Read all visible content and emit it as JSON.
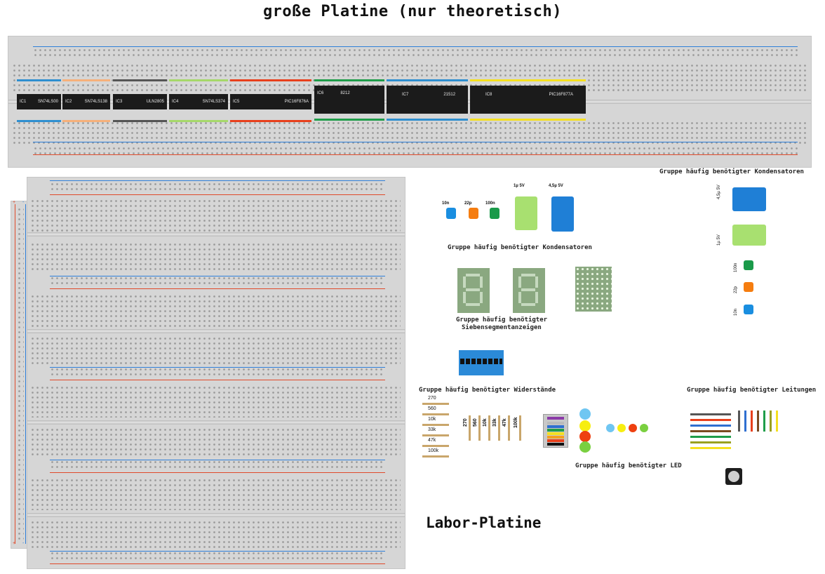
{
  "titles": {
    "main": "große Platine (nur theoretisch)",
    "labor": "Labor-Platine"
  },
  "chips": [
    {
      "ref": "IC1",
      "part": "SN74LS00",
      "strip": "#2f8fd0"
    },
    {
      "ref": "IC2",
      "part": "SN74LS138",
      "strip": "#f6b07a"
    },
    {
      "ref": "IC3",
      "part": "ULN2805",
      "strip": "#555555"
    },
    {
      "ref": "IC4",
      "part": "SN74LS374",
      "strip": "#a6d86a"
    },
    {
      "ref": "IC5",
      "part": "PIC16F876A",
      "strip": "#e8401c"
    },
    {
      "ref": "IC6",
      "part": "8212",
      "strip": "#1f9d4a"
    },
    {
      "ref": "IC7",
      "part": "21512",
      "strip": "#2f8fd0"
    },
    {
      "ref": "IC8",
      "part": "PIC16F877A",
      "strip": "#f5e020"
    }
  ],
  "groups": {
    "capacitors_right": "Gruppe häufig benötigter Kondensatoren",
    "capacitors_mid": "Gruppe häufig benötigter Kondensatoren",
    "sevenseg_line1": "Gruppe häufig benötigter",
    "sevenseg_line2": "Siebensegmentanzeigen",
    "resistors": "Gruppe häufig benötigter Widerstände",
    "wires": "Gruppe häufig benötigter Leitungen",
    "leds": "Gruppe häufig benötigter LED"
  },
  "capacitors_mid": [
    {
      "label": "10n",
      "color": "#1a8ee0"
    },
    {
      "label": "22p",
      "color": "#f57d10"
    },
    {
      "label": "100n",
      "color": "#1a9a4a"
    },
    {
      "label": "1µ 5V",
      "color": "#a8e070"
    },
    {
      "label": "4,5µ 5V",
      "color": "#1f7fd6"
    }
  ],
  "capacitors_right": [
    {
      "label": "4,5µ 5V",
      "color": "#1f7fd6"
    },
    {
      "label": "1µ 5V",
      "color": "#a8e070"
    },
    {
      "label": "100n",
      "color": "#1a9a4a"
    },
    {
      "label": "22p",
      "color": "#f57d10"
    },
    {
      "label": "10n",
      "color": "#1a8ee0"
    }
  ],
  "resistors_list": [
    "270",
    "560",
    "10k",
    "33k",
    "47k",
    "100k"
  ],
  "resistors_vertical": [
    "270",
    "560",
    "10k",
    "33k",
    "47k",
    "100k"
  ],
  "led_colors": [
    "#6fc6f2",
    "#f7ee10",
    "#ee4010",
    "#7ad040"
  ],
  "wire_colors": [
    "#555555",
    "#e8401c",
    "#2f6fd0",
    "#7a4a20",
    "#1f9d4a",
    "#9aa020",
    "#f5e020"
  ],
  "rail_signs": {
    "plus": "+",
    "minus": "-"
  }
}
